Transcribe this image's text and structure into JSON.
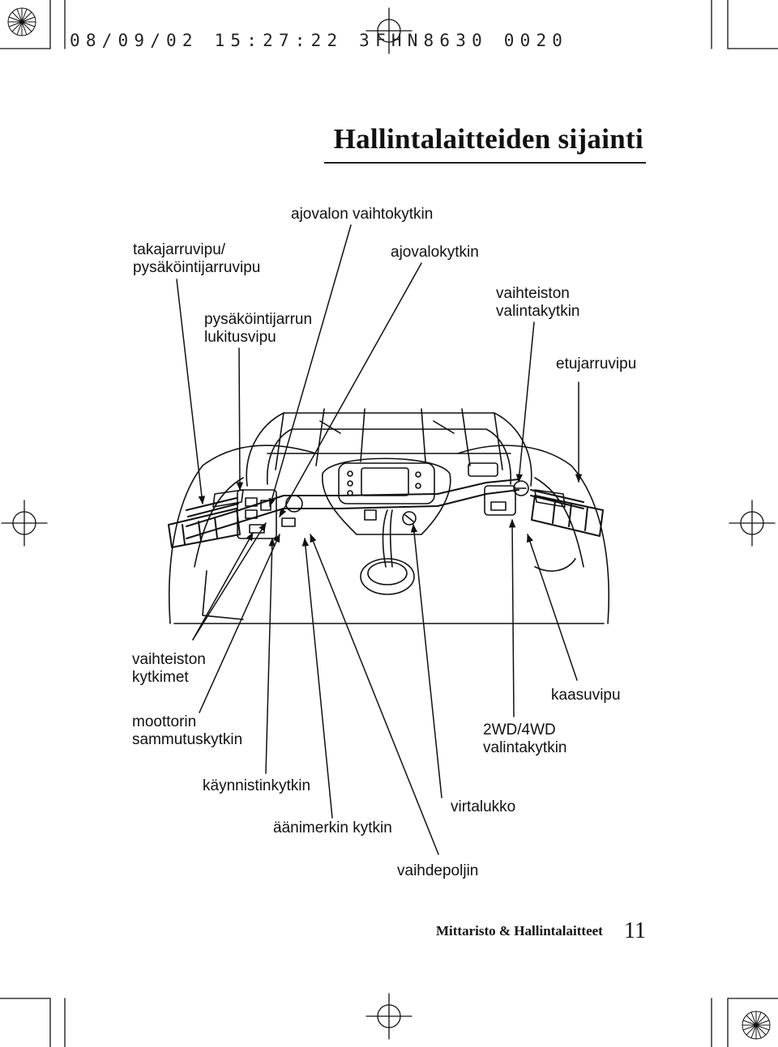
{
  "header": {
    "print_stamp": "08/09/02 15:27:22 3FHN8630 0020"
  },
  "page_title": "Hallintalaitteiden sijainti",
  "labels": {
    "ajovalon_vaihtokytkin": "ajovalon vaihtokytkin",
    "takajarruvipu": [
      "takajarruvipu/",
      "pysäköintijarruvipu"
    ],
    "ajovalokytkin": "ajovalokytkin",
    "pysakointijarrun_lukitusvipu": [
      "pysäköintijarrun",
      "lukitusvipu"
    ],
    "vaihteiston_valintakytkin": [
      "vaihteiston",
      "valintakytkin"
    ],
    "etujarruvipu": "etujarruvipu",
    "vaihteiston_kytkimet": [
      "vaihteiston",
      "kytkimet"
    ],
    "kaasuvipu": "kaasuvipu",
    "moottorin_sammutuskytkin": [
      "moottorin",
      "sammutuskytkin"
    ],
    "two_wd_four_wd": [
      "2WD/4WD",
      "valintakytkin"
    ],
    "kaynnistinkytkin": "käynnistinkytkin",
    "virtalukko": "virtalukko",
    "aanimerkin_kytkin": "äänimerkin kytkin",
    "vaihdepoljin": "vaihdepoljin"
  },
  "footer": {
    "section": "Mittaristo & Hallintalaitteet",
    "page_number": "11"
  }
}
